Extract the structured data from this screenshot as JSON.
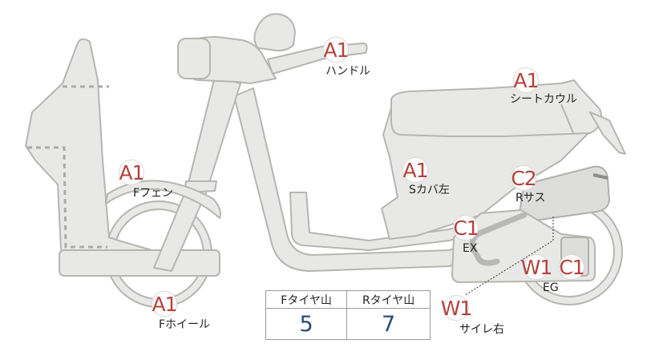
{
  "parts": {
    "handle": {
      "grade": "A1",
      "label": "ハンドル"
    },
    "seat_cowl": {
      "grade": "A1",
      "label": "シートカウル"
    },
    "f_fender": {
      "grade": "A1",
      "label": "Fフェン"
    },
    "s_cover_l": {
      "grade": "A1",
      "label": "Sカバ左"
    },
    "r_sus": {
      "grade": "C2",
      "label": "Rサス"
    },
    "exhaust": {
      "grade": "C1",
      "label": "EX"
    },
    "engine": {
      "grade_1": "W1",
      "grade_2": "C1",
      "label": "EG"
    },
    "f_wheel": {
      "grade": "A1",
      "label": "Fホイール"
    },
    "side_mirror": {
      "grade": "W1",
      "label": "サイレ右"
    }
  },
  "tread_table": {
    "headers": [
      "Fタイヤ山",
      "Rタイヤ山"
    ],
    "values": [
      "5",
      "7"
    ]
  },
  "colors": {
    "grade_text": "#b5423c",
    "tread_value": "#2c4a7a",
    "body_fill": "#e8e8e6",
    "body_stroke": "#b5b5b2"
  }
}
